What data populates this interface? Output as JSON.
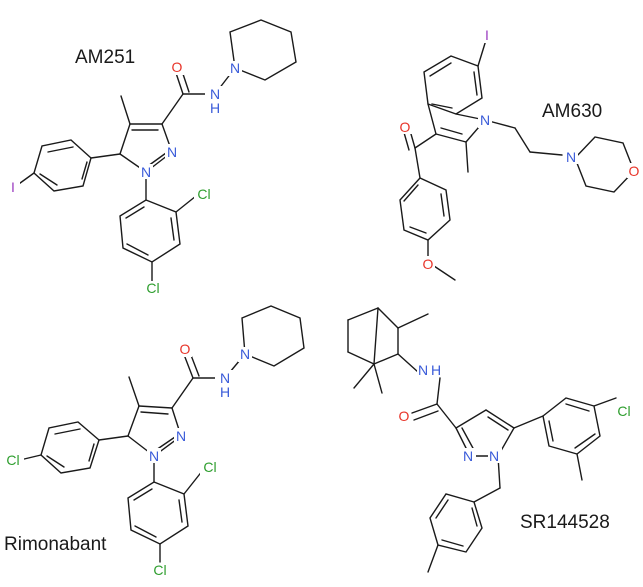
{
  "colors": {
    "bond": "#1a1a1a",
    "O": "#e8352a",
    "N": "#3a5bd9",
    "Cl": "#2e9e2e",
    "I": "#9b3cc0"
  },
  "compounds": [
    {
      "id": "am251",
      "label": "AM251"
    },
    {
      "id": "am630",
      "label": "AM630"
    },
    {
      "id": "rimonabant",
      "label": "Rimonabant"
    },
    {
      "id": "sr144528",
      "label": "SR144528"
    }
  ],
  "atom_labels": {
    "O": "O",
    "N": "N",
    "H": "H",
    "Cl": "Cl",
    "I": "I"
  }
}
